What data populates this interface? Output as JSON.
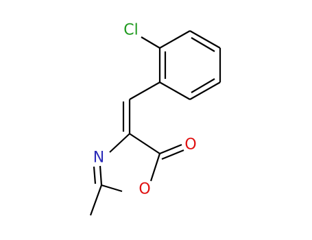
{
  "molecule": {
    "atoms": {
      "cl": {
        "label": "Cl",
        "color": "#1f9a1f"
      },
      "o_carbonyl": {
        "label": "O",
        "color": "#e01010"
      },
      "o_ring": {
        "label": "O",
        "color": "#e01010"
      },
      "n_ring": {
        "label": "N",
        "color": "#2b2bb8"
      }
    },
    "bond_color": "#000000"
  }
}
